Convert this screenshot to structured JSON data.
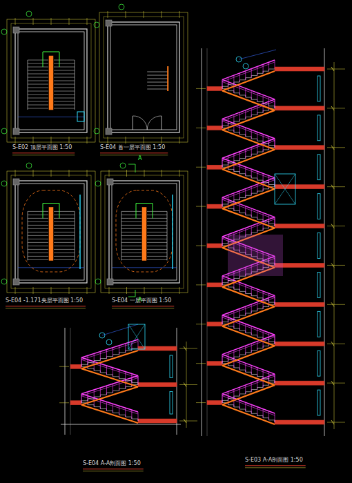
{
  "diagram": {
    "labels": [
      "S-E02 顶层平面图 1:50",
      "S-E04 首一层平面图 1:50",
      "S-E04 -1.171夹层平面图 1:50",
      "S-E04 一层平面图 1:50",
      "S-E04 A-A剖面图 1:50",
      "S-E03 A-A剖面图 1:50",
      "A",
      "A"
    ]
  }
}
